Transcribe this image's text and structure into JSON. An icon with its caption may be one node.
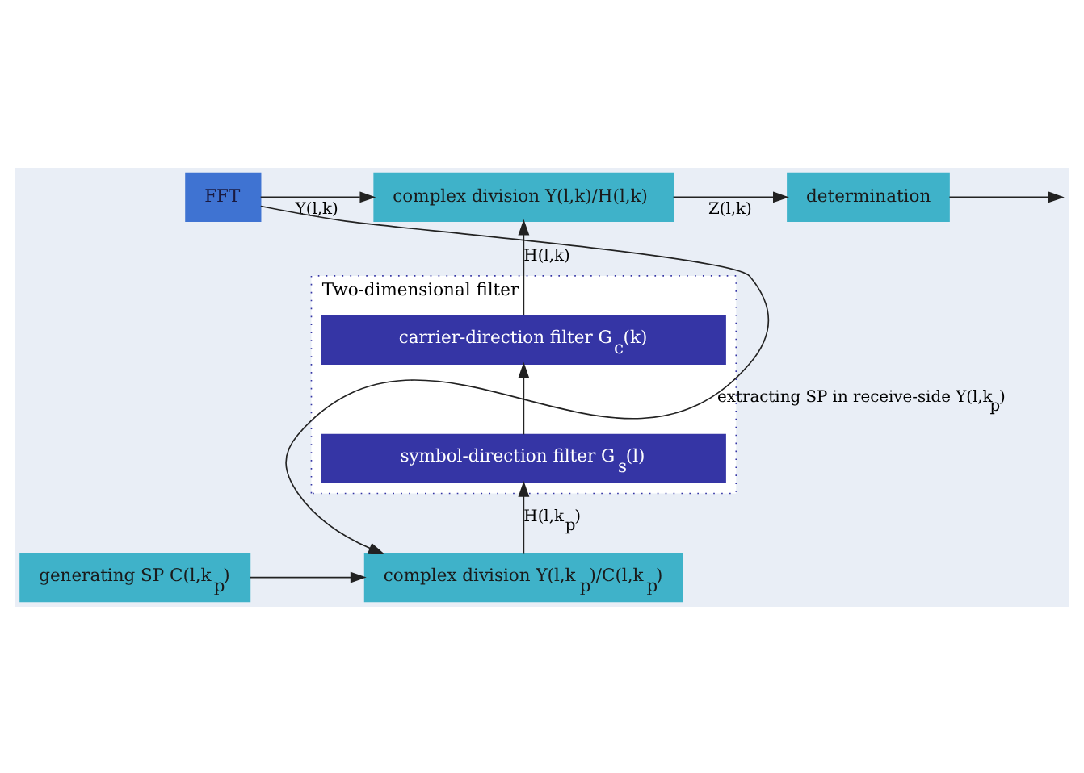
{
  "diagram": {
    "nodes": [
      {
        "text": [
          "FFT"
        ]
      },
      {
        "text": [
          "complex division Y(l,k)/H(l,k)"
        ]
      },
      {
        "text": [
          "determination"
        ]
      },
      {
        "text": [
          "Two-dimensional filter"
        ]
      },
      {
        "text": [
          "carrier-direction filter G$_{c}$(k)"
        ],
        "in": 3
      },
      {
        "text": [
          "symbol-direction filter G$_{s}$(l)"
        ],
        "in": 3
      },
      {
        "text": [
          "complex division Y(l,k$_{p}$)/C(l,k$_{p}$)"
        ]
      },
      {
        "text": [
          "generating SP C(l,k$_{p}$)"
        ]
      }
    ],
    "edges": [
      {
        "from": 0,
        "to": 1,
        "arrow": "to",
        "label": "Y(l,k)"
      },
      {
        "from": 1,
        "to": 2,
        "arrow": "to",
        "label": "Z(l,k)"
      },
      {
        "from": 2,
        "to": null,
        "arrow": "to"
      },
      {
        "from": 4,
        "to": 1,
        "arrow": "to",
        "label": "H(l,k)"
      },
      {
        "from": 5,
        "to": 4,
        "arrow": "to"
      },
      {
        "from": 6,
        "to": 5,
        "arrow": "to",
        "label": "H(l,k$_{p}$)"
      },
      {
        "from": 0,
        "to": 6,
        "arrow": "to",
        "label": "extracting SP in receive-side Y(l,k$_{p}$)"
      },
      {
        "from": 7,
        "to": 6,
        "arrow": "to"
      }
    ]
  }
}
